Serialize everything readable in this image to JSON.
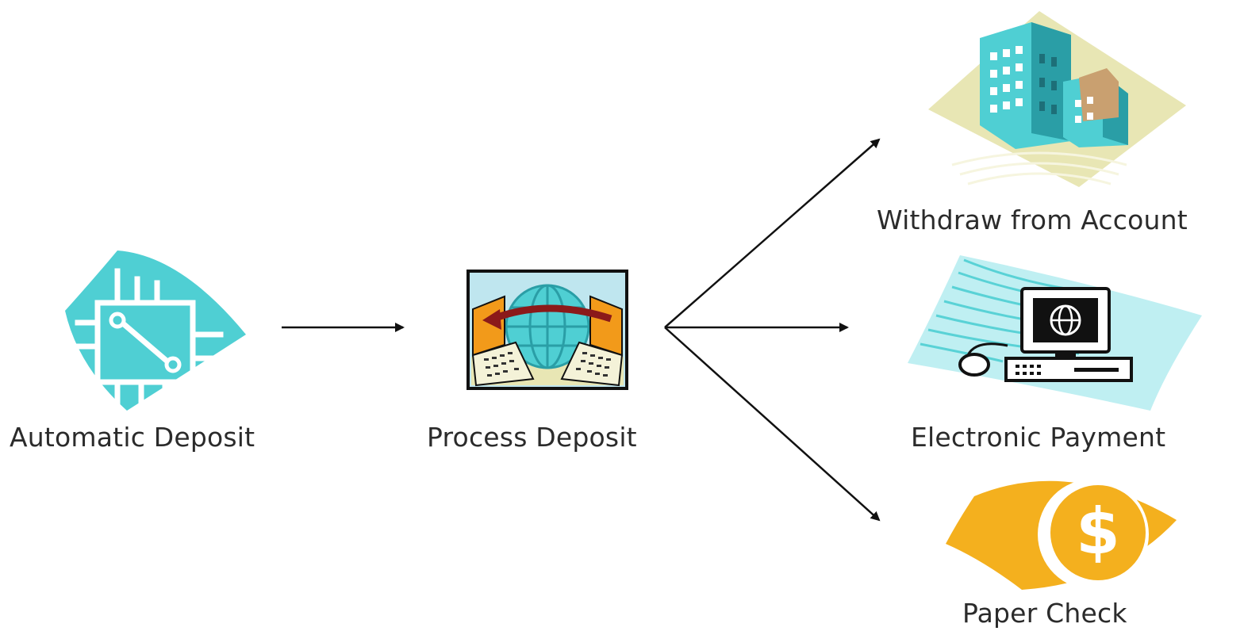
{
  "nodes": {
    "automatic_deposit": {
      "label": "Automatic Deposit",
      "icon": "circuit-board-icon"
    },
    "process_deposit": {
      "label": "Process Deposit",
      "icon": "network-exchange-icon"
    },
    "withdraw_from_account": {
      "label": "Withdraw from Account",
      "icon": "office-buildings-icon"
    },
    "electronic_payment": {
      "label": "Electronic Payment",
      "icon": "computer-globe-icon"
    },
    "paper_check": {
      "label": "Paper Check",
      "icon": "dollar-coin-icon"
    }
  },
  "edges": [
    {
      "from": "automatic_deposit",
      "to": "process_deposit"
    },
    {
      "from": "process_deposit",
      "to": "withdraw_from_account"
    },
    {
      "from": "process_deposit",
      "to": "electronic_payment"
    },
    {
      "from": "process_deposit",
      "to": "paper_check"
    }
  ],
  "colors": {
    "teal": "#4fcfd3",
    "teal_dark": "#2a9ea6",
    "cream": "#e8e6b4",
    "gold": "#f4b01e",
    "orange": "#f29a1a",
    "maroon": "#8b1a1a",
    "arrow": "#111111"
  }
}
